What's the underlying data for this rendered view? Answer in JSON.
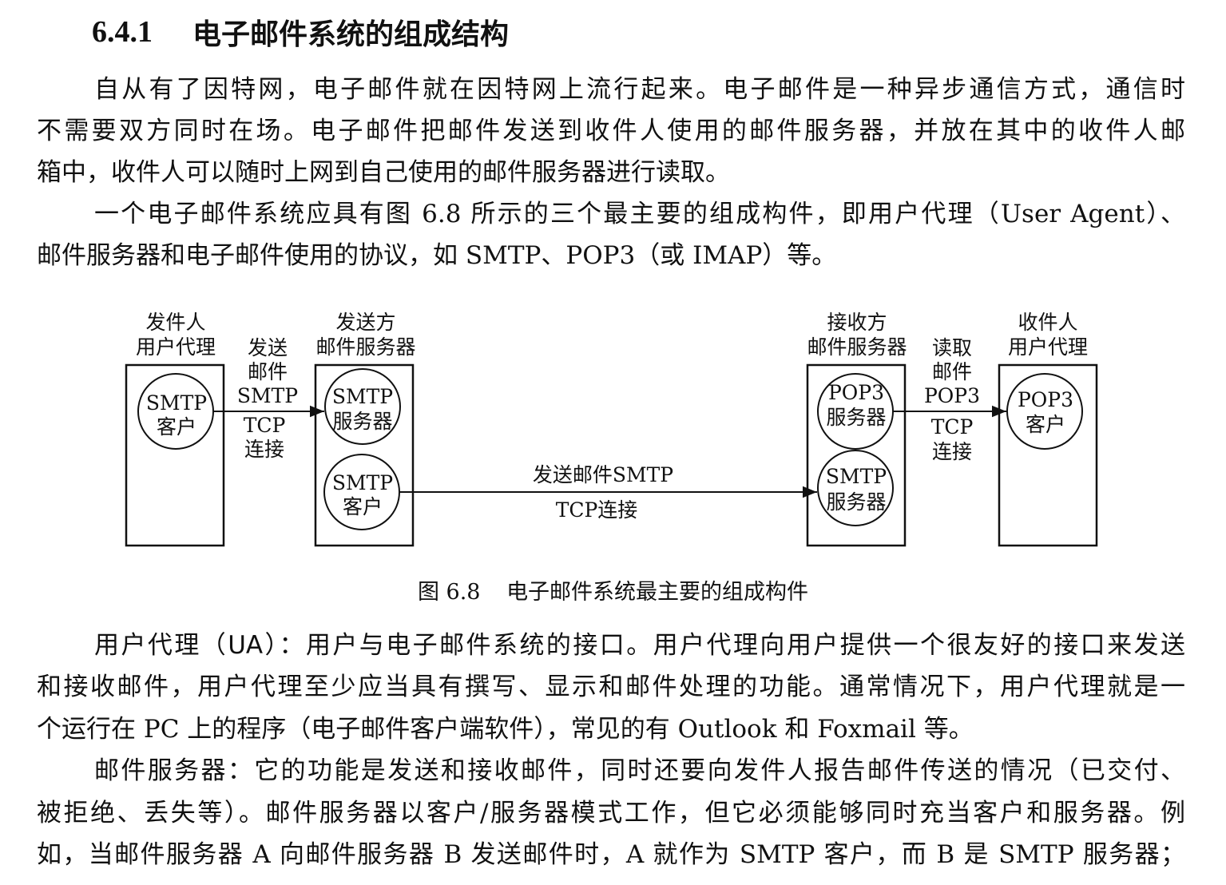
{
  "section": {
    "number": "6.4.1",
    "title": "电子邮件系统的组成结构"
  },
  "para1": [
    "自从有了因特网，电子邮件就在因特网上流行起来。电子邮件是一种异步通信方式，通信时",
    "不需要双方同时在场。电子邮件把邮件发送到收件人使用的邮件服务器，并放在其中的收件人邮",
    "箱中，收件人可以随时上网到自己使用的邮件服务器进行读取。"
  ],
  "para2": [
    "一个电子邮件系统应具有图 6.8 所示的三个最主要的组成构件，即用户代理（User Agent）、",
    "邮件服务器和电子邮件使用的协议，如 SMTP、POP3（或 IMAP）等。"
  ],
  "diagram": {
    "sender_ua_label": [
      "发件人",
      "用户代理"
    ],
    "sender_server_label": [
      "发送方",
      "邮件服务器"
    ],
    "receiver_server_label": [
      "接收方",
      "邮件服务器"
    ],
    "receiver_ua_label": [
      "收件人",
      "用户代理"
    ],
    "smtp_client": [
      "SMTP",
      "客户"
    ],
    "smtp_server": [
      "SMTP",
      "服务器"
    ],
    "pop3_server": [
      "POP3",
      "服务器"
    ],
    "pop3_client": [
      "POP3",
      "客户"
    ],
    "send_label_left": [
      "发送",
      "邮件",
      "SMTP"
    ],
    "tcp_label_left": [
      "TCP",
      "连接"
    ],
    "read_label_right": [
      "读取",
      "邮件",
      "POP3"
    ],
    "tcp_label_right": [
      "TCP",
      "连接"
    ],
    "middle_send_label": "发送邮件SMTP",
    "middle_tcp_label": "TCP连接"
  },
  "caption": {
    "figure": "图 6.8",
    "text": "电子邮件系统最主要的组成构件"
  },
  "para3": {
    "term": "用户代理（UA）：",
    "lines": [
      "用户与电子邮件系统的接口。用户代理向用户提供一个很友好的接口来发送",
      "和接收邮件，用户代理至少应当具有撰写、显示和邮件处理的功能。通常情况下，用户代理就是一",
      "个运行在 PC 上的程序（电子邮件客户端软件），常见的有 Outlook 和 Foxmail 等。"
    ]
  },
  "para4": {
    "term": "邮件服务器：",
    "lines": [
      "它的功能是发送和接收邮件，同时还要向发件人报告邮件传送的情况（已交付、",
      "被拒绝、丢失等）。邮件服务器以客户/服务器模式工作，但它必须能够同时充当客户和服务器。例",
      "如，当邮件服务器 A 向邮件服务器 B 发送邮件时，A 就作为 SMTP 客户，而 B 是 SMTP 服务器；"
    ]
  }
}
